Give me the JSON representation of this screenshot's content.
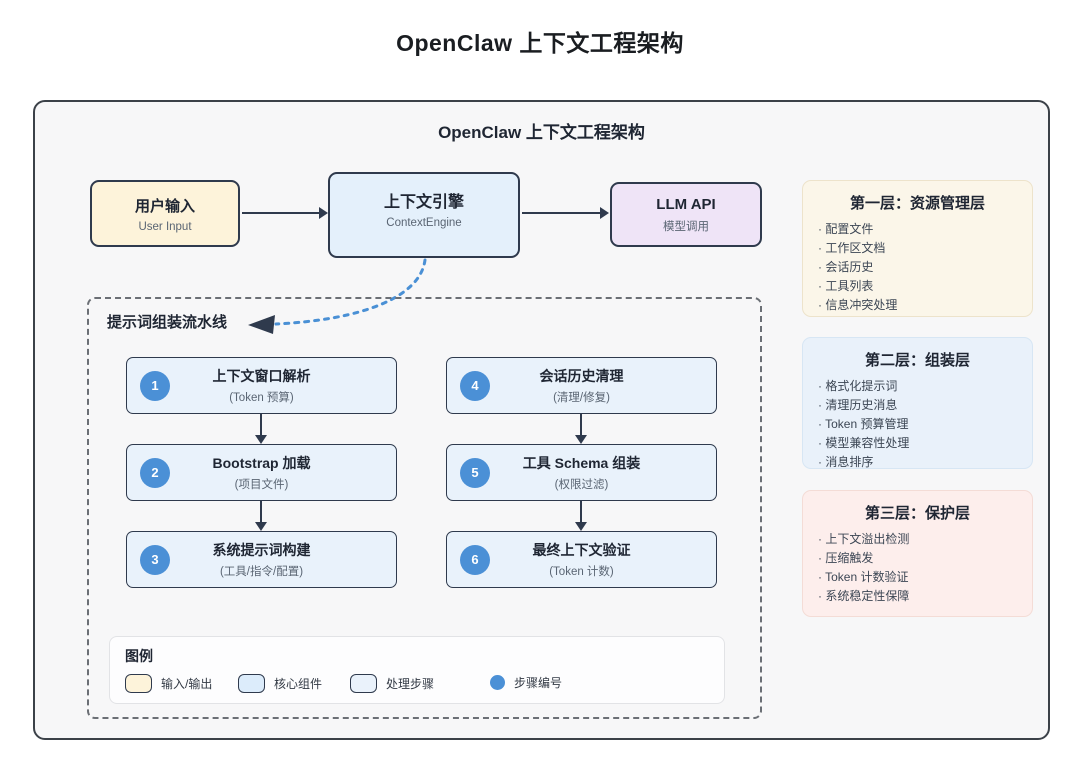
{
  "page_title": "OpenClaw 上下文工程架构",
  "diagram": {
    "title": "OpenClaw 上下文工程架构",
    "nodes": {
      "user_input": {
        "title": "用户输入",
        "subtitle": "User Input"
      },
      "context_engine": {
        "title": "上下文引擎",
        "subtitle": "ContextEngine"
      },
      "llm_api": {
        "title": "LLM API",
        "subtitle": "模型调用"
      }
    },
    "pipeline": {
      "label": "提示词组装流水线",
      "steps": [
        {
          "num": "1",
          "title": "上下文窗口解析",
          "subtitle": "(Token 预算)"
        },
        {
          "num": "2",
          "title": "Bootstrap 加载",
          "subtitle": "(项目文件)"
        },
        {
          "num": "3",
          "title": "系统提示词构建",
          "subtitle": "(工具/指令/配置)"
        },
        {
          "num": "4",
          "title": "会话历史清理",
          "subtitle": "(清理/修复)"
        },
        {
          "num": "5",
          "title": "工具 Schema 组装",
          "subtitle": "(权限过滤)"
        },
        {
          "num": "6",
          "title": "最终上下文验证",
          "subtitle": "(Token 计数)"
        }
      ]
    },
    "legend": {
      "title": "图例",
      "items": [
        {
          "label": "输入/输出"
        },
        {
          "label": "核心组件"
        },
        {
          "label": "处理步骤"
        },
        {
          "label": "步骤编号"
        }
      ]
    },
    "layers": [
      {
        "title": "第一层：资源管理层",
        "items": [
          "配置文件",
          "工作区文档",
          "会话历史",
          "工具列表",
          "信息冲突处理"
        ]
      },
      {
        "title": "第二层：组装层",
        "items": [
          "格式化提示词",
          "清理历史消息",
          "Token 预算管理",
          "模型兼容性处理",
          "消息排序"
        ]
      },
      {
        "title": "第三层：保护层",
        "items": [
          "上下文溢出检测",
          "压缩触发",
          "Token 计数验证",
          "系统稳定性保障"
        ]
      }
    ],
    "colors": {
      "input_output_bg": "#fdf3da",
      "core_component_bg": "#e4f0fb",
      "llm_bg": "#efe4f7",
      "process_step_bg": "#e9f2fb",
      "step_number_circle": "#4b90d6",
      "layer1_bg": "#fbf6e9",
      "layer2_bg": "#e9f1fa",
      "layer3_bg": "#fdeeec",
      "arrow": "#2f3a4d",
      "dotted_arrow": "#4a90d5"
    }
  }
}
